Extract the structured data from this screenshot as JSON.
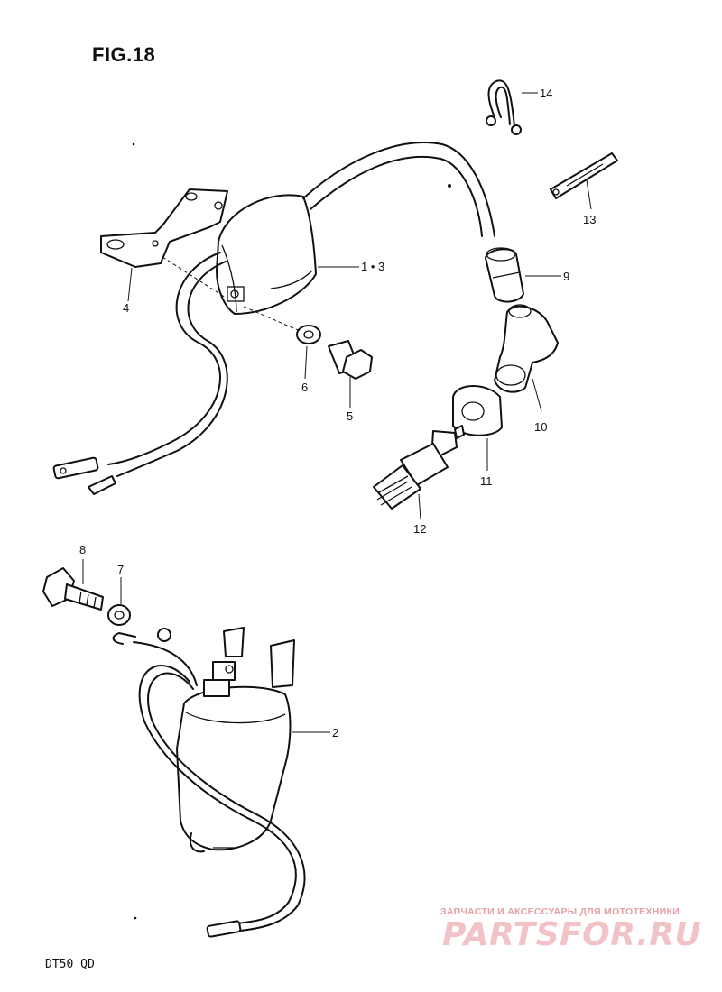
{
  "figure": {
    "title": "FIG.18",
    "model": "DT50 QD"
  },
  "labels": {
    "p1_3": "1 • 3",
    "p2": "2",
    "p4": "4",
    "p5": "5",
    "p6": "6",
    "p7": "7",
    "p8": "8",
    "p9": "9",
    "p10": "10",
    "p11": "11",
    "p12": "12",
    "p13": "13",
    "p14": "14"
  },
  "watermark": {
    "caption": "ЗАПЧАСТИ И АКСЕССУАРЫ ДЛЯ МОТОТЕХНИКИ",
    "brand": "PARTSFOR.RU"
  }
}
